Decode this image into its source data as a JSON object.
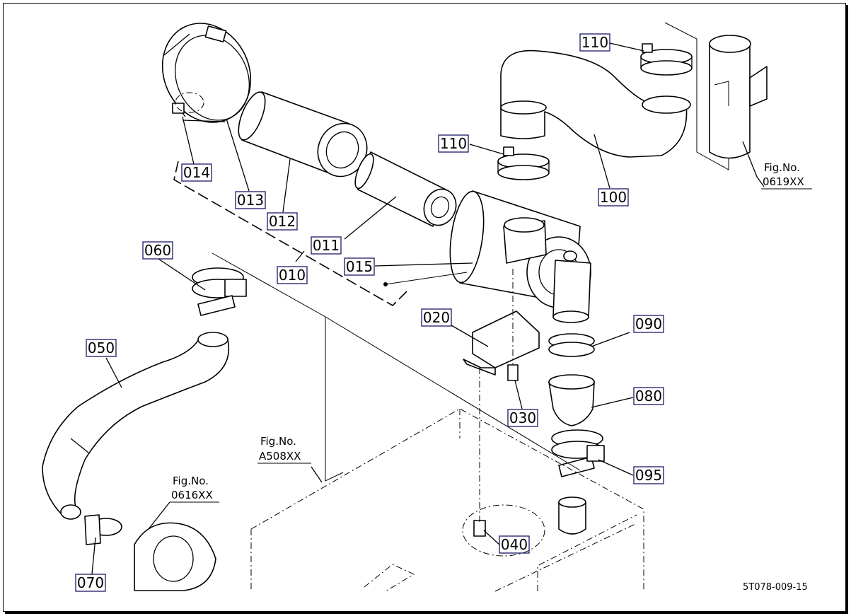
{
  "diagram": {
    "parts": [
      {
        "id": "p014",
        "label": "014"
      },
      {
        "id": "p013",
        "label": "013"
      },
      {
        "id": "p012",
        "label": "012"
      },
      {
        "id": "p011",
        "label": "011"
      },
      {
        "id": "p010",
        "label": "010"
      },
      {
        "id": "p015",
        "label": "015"
      },
      {
        "id": "p110a",
        "label": "110"
      },
      {
        "id": "p110b",
        "label": "110"
      },
      {
        "id": "p100",
        "label": "100"
      },
      {
        "id": "p060",
        "label": "060"
      },
      {
        "id": "p050",
        "label": "050"
      },
      {
        "id": "p070",
        "label": "070"
      },
      {
        "id": "p020",
        "label": "020"
      },
      {
        "id": "p030",
        "label": "030"
      },
      {
        "id": "p040",
        "label": "040"
      },
      {
        "id": "p090",
        "label": "090"
      },
      {
        "id": "p080",
        "label": "080"
      },
      {
        "id": "p095",
        "label": "095"
      }
    ],
    "figure_refs": [
      {
        "prefix": "Fig.No.",
        "number": "0619XX"
      },
      {
        "prefix": "Fig.No.",
        "number": "A508XX"
      },
      {
        "prefix": "Fig.No.",
        "number": "0616XX"
      }
    ],
    "drawing_code": "5T078-009-15"
  }
}
